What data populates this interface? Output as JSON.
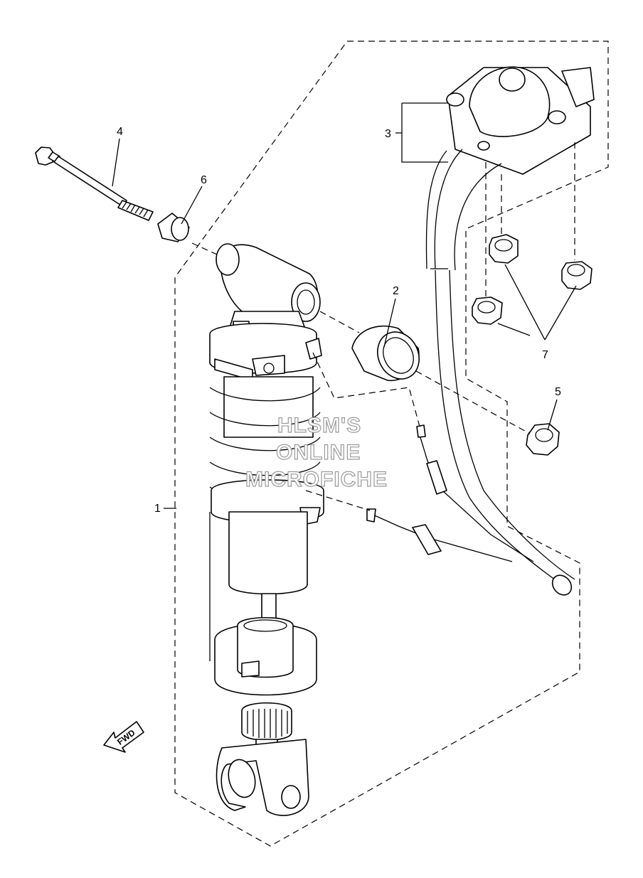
{
  "callouts": {
    "c1": "1",
    "c2": "2",
    "c3": "3",
    "c4": "4",
    "c5": "5",
    "c6": "6",
    "c7": "7"
  },
  "watermark": {
    "line1": "HLSM'S",
    "line2": "ONLINE",
    "line3": "MICROFICHE"
  },
  "direction_arrow": {
    "label": "FWD"
  }
}
